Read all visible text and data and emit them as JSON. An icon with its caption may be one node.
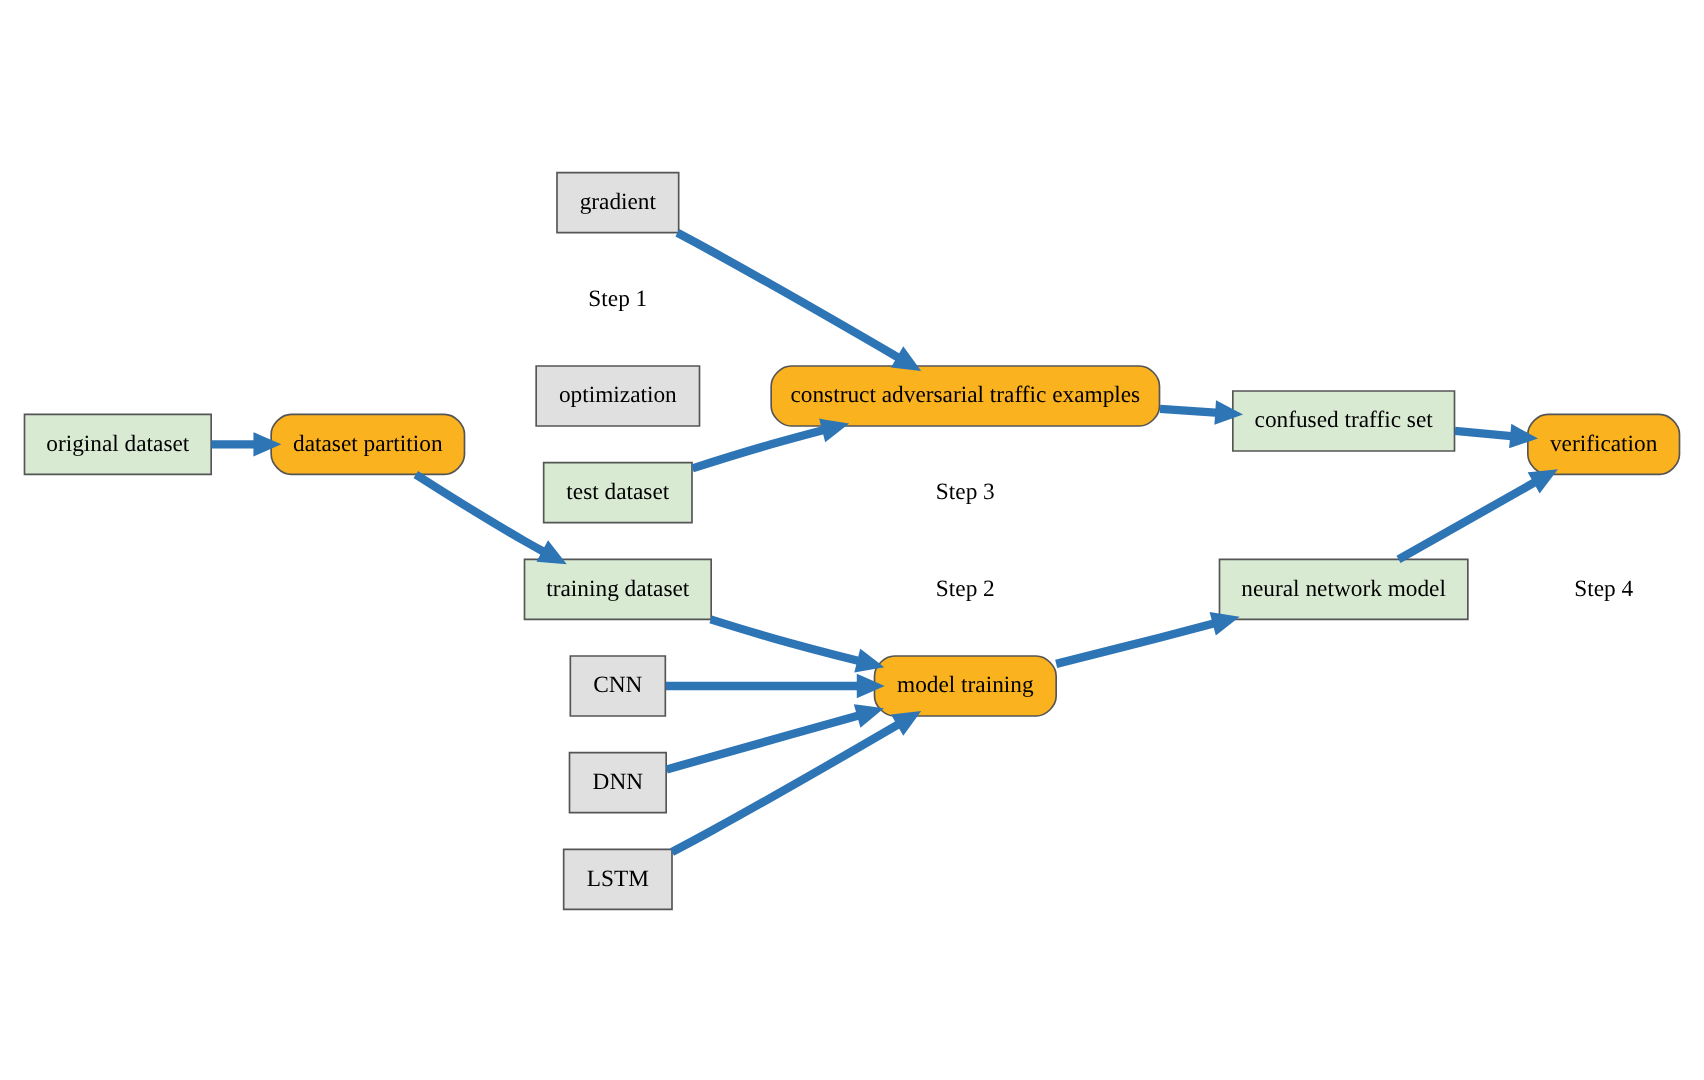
{
  "diagram": {
    "nodes": [
      {
        "text": [
          "original dataset"
        ]
      },
      {
        "text": [
          "dataset partition"
        ]
      },
      {
        "text": [
          "training dataset"
        ]
      },
      {
        "text": [
          "test dataset"
        ]
      },
      {
        "text": [
          "LSTM"
        ]
      },
      {
        "text": [
          "CNN"
        ]
      },
      {
        "text": [
          "DNN"
        ]
      },
      {
        "text": [
          "model training"
        ]
      },
      {
        "text": [
          "neural network model"
        ]
      },
      {
        "text": [
          "verification"
        ]
      },
      {
        "text": [
          "construct adversarial traffic examples"
        ]
      },
      {
        "text": [
          "confused traffic set"
        ]
      },
      {
        "text": [
          "gradient"
        ]
      },
      {
        "text": [
          "optimization"
        ]
      }
    ],
    "edges": [
      {
        "from": 0,
        "to": 1,
        "arrow": "to"
      },
      {
        "from": 1,
        "to": 2,
        "arrow": "to"
      },
      {
        "from": 2,
        "to": 7,
        "arrow": "to"
      },
      {
        "from": 3,
        "to": 10,
        "arrow": "to"
      },
      {
        "from": 4,
        "to": 7,
        "arrow": "to"
      },
      {
        "from": 5,
        "to": 7,
        "arrow": "to"
      },
      {
        "from": 6,
        "to": 7,
        "arrow": "to"
      },
      {
        "from": 7,
        "to": 8,
        "arrow": "to"
      },
      {
        "from": 8,
        "to": 9,
        "arrow": "to"
      },
      {
        "from": 10,
        "to": 11,
        "arrow": "to"
      },
      {
        "from": 11,
        "to": 9,
        "arrow": "to"
      },
      {
        "from": 12,
        "to": 10,
        "arrow": "to"
      }
    ],
    "labels": [
      "Step 2",
      "Step 4",
      "Step 1",
      "Step 3"
    ]
  }
}
